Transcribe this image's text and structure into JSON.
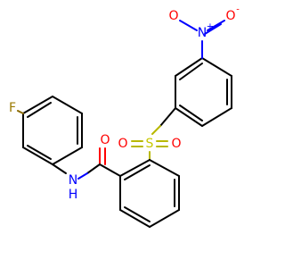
{
  "colors": {
    "carbon": "#000000",
    "nitrogen": "#0000ff",
    "oxygen": "#ff0000",
    "sulfur": "#c8c800",
    "fluorine": "#9a7a00"
  },
  "atoms": {
    "nitro_n": {
      "element": "N",
      "charge": "+"
    },
    "nitro_o1": {
      "element": "O",
      "charge": ""
    },
    "nitro_o2": {
      "element": "O",
      "charge": "-"
    },
    "sulfonyl_s": {
      "element": "S"
    },
    "sulfonyl_o1": {
      "element": "O"
    },
    "sulfonyl_o2": {
      "element": "O"
    },
    "amide_o": {
      "element": "O"
    },
    "amide_n": {
      "element": "N",
      "h": "H"
    },
    "fluorine": {
      "element": "F"
    }
  }
}
